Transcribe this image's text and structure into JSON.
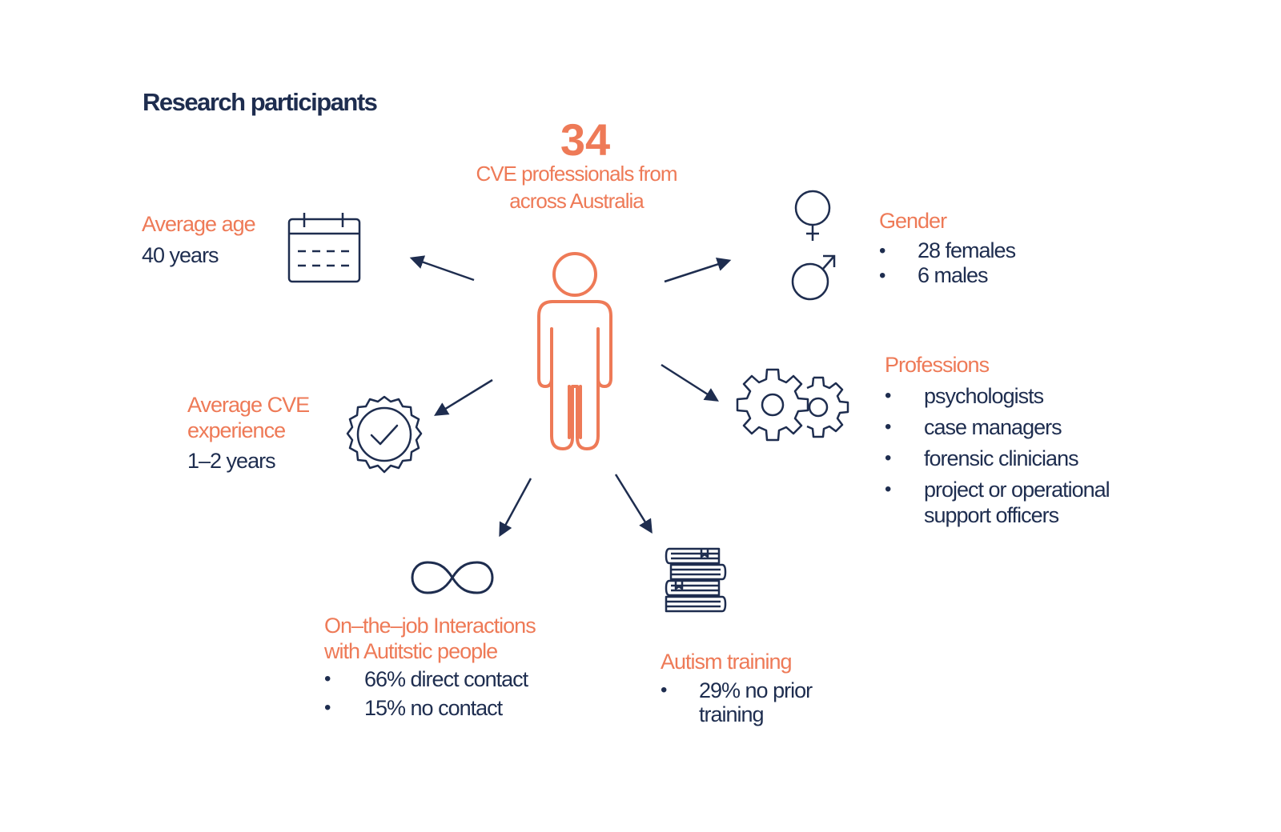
{
  "title": "Research participants",
  "center": {
    "count": "34",
    "subtitle_line1": "CVE professionals from",
    "subtitle_line2": "across Australia",
    "icon": "person-icon"
  },
  "age": {
    "heading": "Average age",
    "value": "40 years",
    "icon": "calendar-icon"
  },
  "experience": {
    "heading_line1": "Average CVE",
    "heading_line2": "experience",
    "value": "1–2 years",
    "icon": "badge-check-icon"
  },
  "gender": {
    "heading": "Gender",
    "items": [
      "28 females",
      "6 males"
    ],
    "icon": "gender-symbols-icon"
  },
  "professions": {
    "heading": "Professions",
    "items": [
      "psychologists",
      "case managers",
      "forensic clinicians",
      "project or operational",
      "support officers"
    ],
    "icon": "gears-icon"
  },
  "interactions": {
    "heading_line1": "On–the–job Interactions",
    "heading_line2": "with Autitstic people",
    "items": [
      "66% direct contact",
      "15% no contact"
    ],
    "icon": "infinity-icon"
  },
  "training": {
    "heading": "Autism training",
    "items": [
      "29% no prior",
      "training"
    ],
    "icon": "books-icon"
  },
  "colors": {
    "accent": "#ee7a57",
    "navy": "#1e2d4f",
    "background": "#ffffff"
  }
}
